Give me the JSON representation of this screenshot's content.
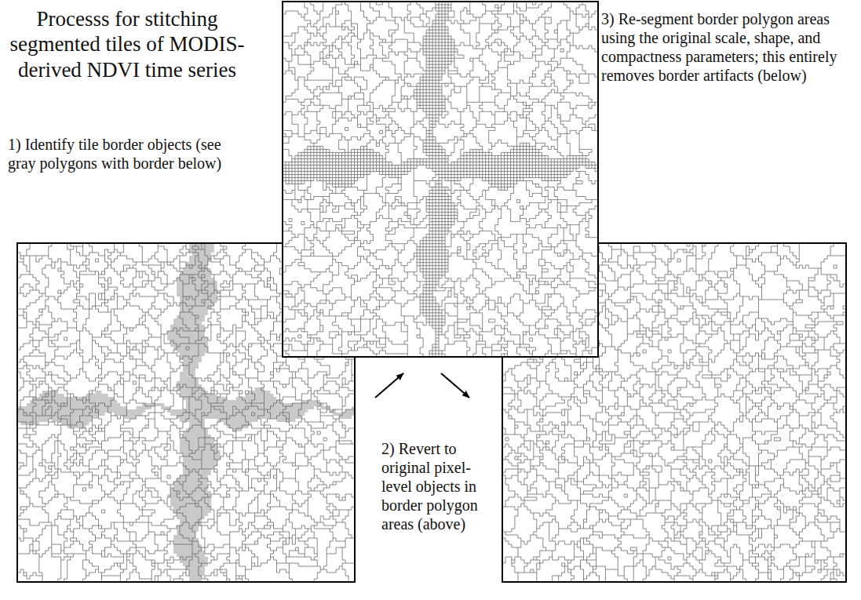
{
  "diagram": {
    "title": "Processs for stitching segmented tiles of MODIS-derived NDVI time series",
    "labels": [
      "1) Identify tile border objects (see gray polygons with border below)",
      "2) Revert to original pixel-level objects in border polygon areas (above)",
      "3) Re-segment border polygon areas using the original scale, shape, and compactness parameters; this entirely removes border artifacts (below)"
    ]
  }
}
